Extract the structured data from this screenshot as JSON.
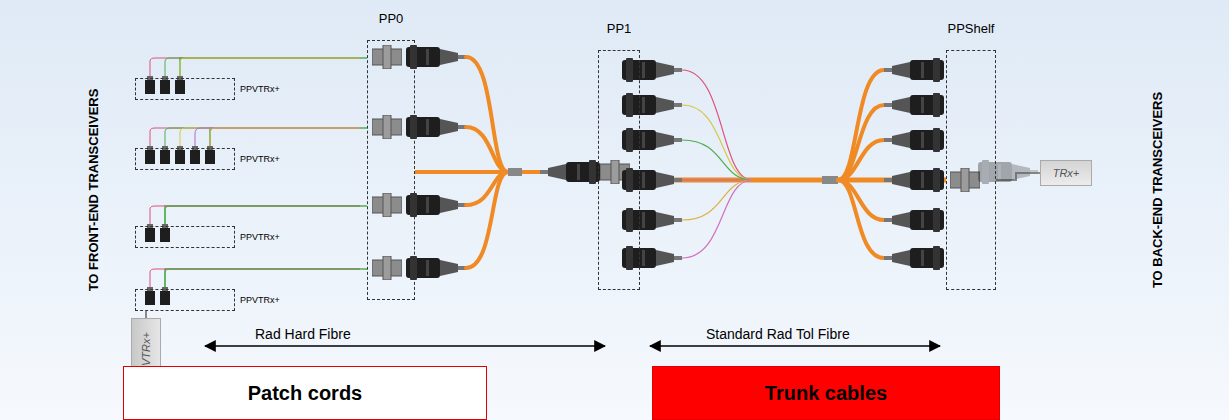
{
  "diagram": {
    "nodes": [
      {
        "text": [
          "PP0"
        ]
      },
      {
        "text": [
          "PP1"
        ]
      },
      {
        "text": [
          "PPShelf"
        ]
      },
      {
        "text": [
          "PPVTRx+"
        ]
      },
      {
        "text": [
          "PPVTRx+"
        ]
      },
      {
        "text": [
          "PPVTRx+"
        ]
      },
      {
        "text": [
          "PPVTRx+"
        ]
      },
      {
        "text": [
          "VTRx+"
        ]
      },
      {
        "text": [
          "TRx+"
        ]
      },
      {
        "text": [
          "Patch cords"
        ]
      },
      {
        "text": [
          "Trunk cables"
        ]
      }
    ],
    "edges": [
      {
        "from": 3,
        "to": 0,
        "arrow": "none"
      },
      {
        "from": 4,
        "to": 0,
        "arrow": "none"
      },
      {
        "from": 5,
        "to": 0,
        "arrow": "none"
      },
      {
        "from": 6,
        "to": 0,
        "arrow": "none"
      },
      {
        "from": 7,
        "to": 6,
        "arrow": "none"
      },
      {
        "from": 0,
        "to": 1,
        "arrow": "none"
      },
      {
        "from": 1,
        "to": 2,
        "arrow": "none"
      },
      {
        "from": 2,
        "to": 8,
        "arrow": "none"
      }
    ],
    "labels": [
      "TO FRONT-END TRANSCEIVERS",
      "TO BACK-END TRANSCEIVERS",
      "Rad Hard Fibre",
      "Standard Rad Tol Fibre"
    ]
  }
}
